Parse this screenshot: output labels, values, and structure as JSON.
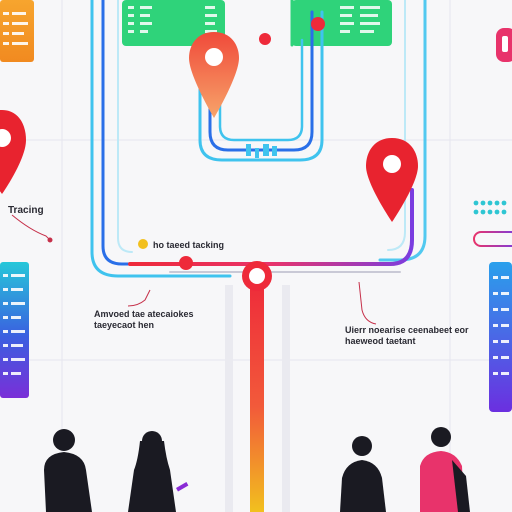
{
  "labels": {
    "tracing": "Tracing",
    "heading": "ho taeed tacking",
    "left_caption": "Amvoed tae atecaiokes\ntaeyecaot hen",
    "right_caption": "Uierr noearise ceenabeet eor\nhaeweod taetant"
  },
  "colors": {
    "background": "#f7f7f9",
    "cyan": "#3fc3ee",
    "blue": "#2a6fe8",
    "purple": "#7a3de0",
    "red": "#ee2a3a",
    "orange": "#f39a2b",
    "yellow": "#f2c01e",
    "green": "#2fd37a",
    "pin_red": "#e8232f",
    "pin_orange": "#f26a3a",
    "silhouette": "#1a1a22",
    "magenta": "#e8336b"
  },
  "icons": {
    "pin": "map-pin-icon",
    "node": "route-node-icon",
    "person": "person-silhouette-icon"
  }
}
